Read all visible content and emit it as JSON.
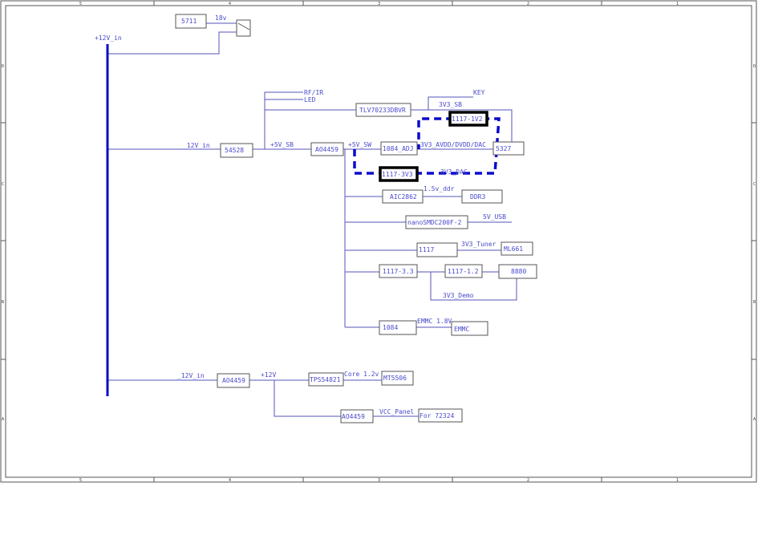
{
  "border": {
    "columns": [
      "5",
      "4",
      "3",
      "2",
      "1"
    ],
    "rows": [
      "D",
      "C",
      "B",
      "A"
    ]
  },
  "nets": {
    "v12_in_top": "+12V_in",
    "v18": "18v",
    "v12_in_mid": "_12V_in",
    "v5_sb": "+5V_SB",
    "rf_ir": "RF/IR",
    "led": "LED",
    "key": "KEY",
    "v3v3_sb": "3V3_SB",
    "v5_sw": "+5V_SW",
    "v3v3_avdd": "3V3_AVDD/DVDD/DAC",
    "v3v3_dac": "3V3_DAC",
    "v1_5_ddr": "1.5v_ddr",
    "v5_usb": "5V_USB",
    "v3v3_tuner": "3V3_Tuner",
    "v3v3_demo": "3V3_Demo",
    "emmc_1_8": "EMMC 1.8V",
    "v12_in_bot": "_12V_in",
    "v12": "+12V",
    "core_1_2": "Core 1.2v",
    "vcc_panel": "VCC_Panel"
  },
  "blocks": {
    "b5711": "5711",
    "b54528": "54528",
    "tlv": "TLV70233DBVR",
    "ao4459_a": "AO4459",
    "b1084_adj": "1084_ADJ",
    "b5327": "5327",
    "b1117_1v2": "1117-1V2",
    "b1117_3v3": "1117-3V3",
    "aic2862": "AIC2862",
    "ddr3": "DDR3",
    "nano": "nanoSMDC200F-2",
    "b1117": "1117",
    "ml661": "ML661",
    "b1117_33": "1117-3.3",
    "b1117_12": "1117-1.2",
    "b8880": "8880",
    "b1084": "1084",
    "emmc": "EMMC",
    "ao4459_b": "AO4459",
    "tps": "TPS54821",
    "mt5506": "MT5506",
    "ao4459_c": "AO4459",
    "for72324": "For 72324"
  },
  "colors": {
    "wire": "#5555bb",
    "bus": "#0a0acc",
    "highlight": "#000000"
  }
}
